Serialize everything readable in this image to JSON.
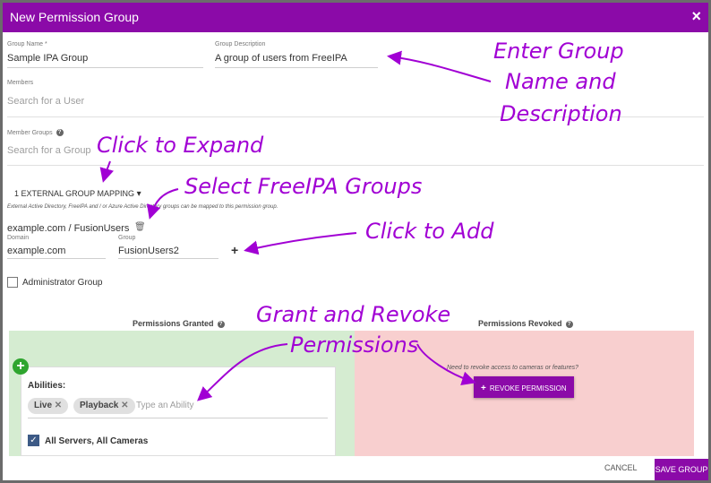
{
  "dialog": {
    "title": "New Permission Group",
    "close_icon": "×",
    "accent_color": "#8b0aa8"
  },
  "form": {
    "group_name": {
      "label": "Group Name *",
      "value": "Sample IPA Group"
    },
    "group_description": {
      "label": "Group Description",
      "value": "A group of users from FreeIPA"
    },
    "members": {
      "label": "Members",
      "placeholder": "Search for a User"
    },
    "member_groups": {
      "label": "Member Groups",
      "placeholder": "Search for a Group"
    }
  },
  "external_mapping": {
    "toggle_label": "1 EXTERNAL GROUP MAPPING",
    "chevron": "▾",
    "description": "External Active Directory, FreeIPA and / or Azure Active Directory groups can be mapped to this permission group.",
    "existing_mapping": "example.com / FusionUsers",
    "delete_icon": "🗑",
    "domain": {
      "label": "Domain",
      "value": "example.com"
    },
    "group": {
      "label": "Group",
      "value": "FusionUsers2"
    },
    "add_symbol": "+"
  },
  "administrator_group": {
    "label": "Administrator Group",
    "checked": false
  },
  "permissions": {
    "granted_title": "Permissions Granted",
    "revoked_title": "Permissions Revoked",
    "abilities_label": "Abilities:",
    "abilities": [
      "Live",
      "Playback"
    ],
    "ability_placeholder": "Type an Ability",
    "chip_remove": "✕",
    "servers_label": "All Servers, All Cameras",
    "revoke_hint": "Need to revoke access to cameras or features?",
    "revoke_button": "REVOKE PERMISSION",
    "add_symbol": "+",
    "granted_color": "#d5ecd1",
    "revoked_color": "#f8cfcf"
  },
  "footer": {
    "cancel": "CANCEL",
    "save": "SAVE GROUP"
  },
  "annotations": {
    "enter_group_1": "Enter Group",
    "enter_group_2": "Name and",
    "enter_group_3": "Description",
    "click_expand": "Click to Expand",
    "select_groups": "Select FreeIPA Groups",
    "click_add": "Click to Add",
    "grant_revoke_1": "Grant and Revoke",
    "grant_revoke_2": "Permissions",
    "color": "#a100d4"
  }
}
